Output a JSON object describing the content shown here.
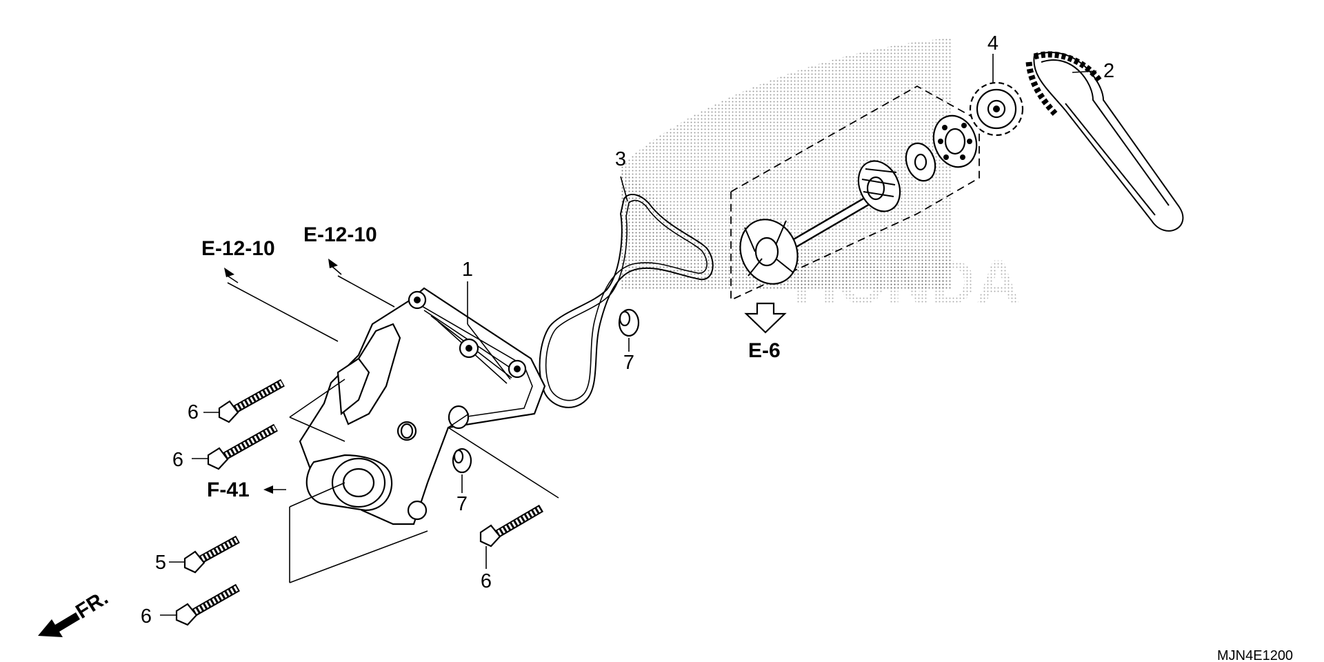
{
  "callouts": {
    "p1": "1",
    "p2": "2",
    "p3": "3",
    "p4": "4",
    "p5": "5",
    "p6a": "6",
    "p6b": "6",
    "p6c": "6",
    "p6d": "6",
    "p7a": "7",
    "p7b": "7"
  },
  "references": {
    "e12_left": "E-12-10",
    "e12_right": "E-12-10",
    "f41": "F-41",
    "e6": "E-6"
  },
  "direction": {
    "front": "FR."
  },
  "watermark": "HONDA",
  "diagram_code": "MJN4E1200",
  "icons": [
    "front-direction-arrow-icon",
    "ref-arrow-icon",
    "hollow-down-arrow-icon"
  ]
}
